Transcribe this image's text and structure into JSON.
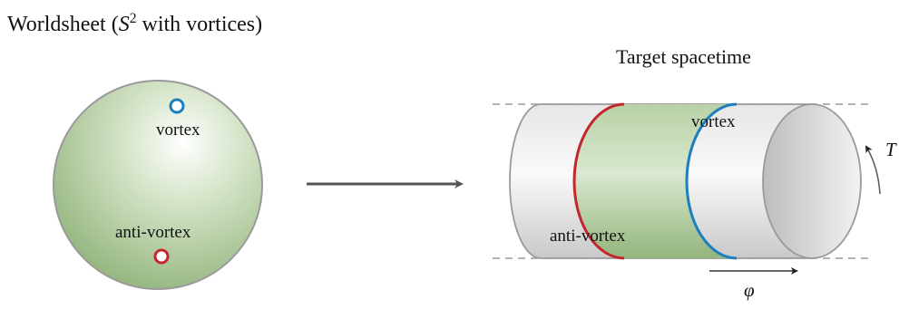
{
  "left_panel": {
    "title_prefix": "Worldsheet (",
    "title_symbol": "S",
    "title_sup": "2",
    "title_suffix": " with vortices)",
    "vortex_label": "vortex",
    "antivortex_label": "anti-vortex"
  },
  "right_panel": {
    "title": "Target spacetime",
    "vortex_label": "vortex",
    "antivortex_label": "anti-vortex",
    "time_label": "T",
    "angle_label": "φ"
  },
  "colors": {
    "vortex": "#1a7fc1",
    "antivortex": "#c4262e",
    "surface_green": "#9cbf86",
    "cylinder_gray": "#d9d9d9",
    "arrow": "#555555"
  }
}
